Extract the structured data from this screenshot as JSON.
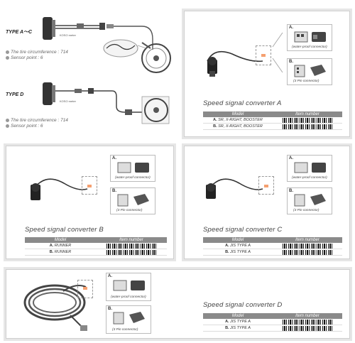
{
  "left_diagram": {
    "type_ac": {
      "label": "TYPE A～C",
      "meter": "KOSO meter",
      "spec1": "The tire circumference : 714",
      "spec2": "Sensor point : 6"
    },
    "type_d": {
      "label": "TYPE D",
      "meter": "KOSO meter",
      "spec1": "The tire circumference : 714",
      "spec2": "Sensor point : 6"
    }
  },
  "converters": [
    {
      "title": "Speed signal converter A",
      "model_header": "Model",
      "item_header": "Item number",
      "rows": [
        {
          "letter": "A.",
          "model": "SR, X-RIGHT, BOOSTER"
        },
        {
          "letter": "B.",
          "model": "SR, X-RIGHT, BOOSTER"
        }
      ]
    },
    {
      "title": "Speed signal converter B",
      "model_header": "Model",
      "item_header": "Item number",
      "rows": [
        {
          "letter": "A.",
          "model": "RUNNER"
        },
        {
          "letter": "B.",
          "model": "RUNNER"
        }
      ]
    },
    {
      "title": "Speed signal converter C",
      "model_header": "Model",
      "item_header": "Item number",
      "rows": [
        {
          "letter": "A.",
          "model": "JIS TYPE A"
        },
        {
          "letter": "B.",
          "model": "JIS TYPE A"
        }
      ]
    },
    {
      "title": "Speed signal converter D",
      "model_header": "Model",
      "item_header": "Item number",
      "rows": [
        {
          "letter": "A.",
          "model": "JIS TYPE A"
        },
        {
          "letter": "B.",
          "model": "JIS TYPE A"
        }
      ]
    }
  ],
  "connectors": {
    "a_letter": "A.",
    "a_caption": "(water-proof connector)",
    "b_letter": "B.",
    "b_caption": "(3 Pin connector)"
  }
}
